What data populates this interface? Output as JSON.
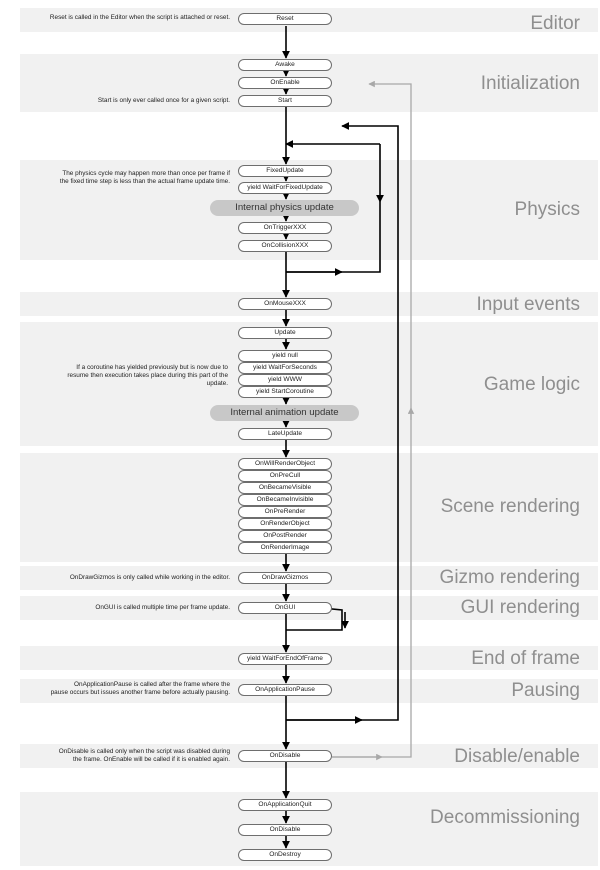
{
  "sections": [
    {
      "id": "editor",
      "title": "Editor"
    },
    {
      "id": "initialization",
      "title": "Initialization"
    },
    {
      "id": "physics",
      "title": "Physics"
    },
    {
      "id": "input-events",
      "title": "Input events"
    },
    {
      "id": "game-logic",
      "title": "Game logic"
    },
    {
      "id": "scene-rendering",
      "title": "Scene rendering"
    },
    {
      "id": "gizmo-rendering",
      "title": "Gizmo rendering"
    },
    {
      "id": "gui-rendering",
      "title": "GUI rendering"
    },
    {
      "id": "end-of-frame",
      "title": "End of frame"
    },
    {
      "id": "pausing",
      "title": "Pausing"
    },
    {
      "id": "disable-enable",
      "title": "Disable/enable"
    },
    {
      "id": "decommissioning",
      "title": "Decommissioning"
    }
  ],
  "nodes": [
    {
      "id": "reset",
      "label": "Reset"
    },
    {
      "id": "awake",
      "label": "Awake"
    },
    {
      "id": "onenable",
      "label": "OnEnable"
    },
    {
      "id": "start",
      "label": "Start"
    },
    {
      "id": "fixedupdate",
      "label": "FixedUpdate"
    },
    {
      "id": "yield-waitforfixedupdate",
      "label": "yield WaitForFixedUpdate"
    },
    {
      "id": "internal-physics-update",
      "label": "Internal physics update"
    },
    {
      "id": "ontriggerxxx",
      "label": "OnTriggerXXX"
    },
    {
      "id": "oncollisionxxx",
      "label": "OnCollisionXXX"
    },
    {
      "id": "onmousexxx",
      "label": "OnMouseXXX"
    },
    {
      "id": "update",
      "label": "Update"
    },
    {
      "id": "yield-null",
      "label": "yield null"
    },
    {
      "id": "yield-waitforseconds",
      "label": "yield WaitForSeconds"
    },
    {
      "id": "yield-www",
      "label": "yield WWW"
    },
    {
      "id": "yield-startcoroutine",
      "label": "yield StartCoroutine"
    },
    {
      "id": "internal-animation-update",
      "label": "Internal animation update"
    },
    {
      "id": "lateupdate",
      "label": "LateUpdate"
    },
    {
      "id": "onwillrenderobject",
      "label": "OnWillRenderObject"
    },
    {
      "id": "onprecull",
      "label": "OnPreCull"
    },
    {
      "id": "onbecamevisible",
      "label": "OnBecameVisible"
    },
    {
      "id": "onbecameinvisible",
      "label": "OnBecameInvisible"
    },
    {
      "id": "onprerender",
      "label": "OnPreRender"
    },
    {
      "id": "onrenderobject",
      "label": "OnRenderObject"
    },
    {
      "id": "onpostrender",
      "label": "OnPostRender"
    },
    {
      "id": "onrenderimage",
      "label": "OnRenderImage"
    },
    {
      "id": "ondrawgizmos",
      "label": "OnDrawGizmos"
    },
    {
      "id": "ongui",
      "label": "OnGUI"
    },
    {
      "id": "yield-waitforendofframe",
      "label": "yield WaitForEndOfFrame"
    },
    {
      "id": "onapplicationpause",
      "label": "OnApplicationPause"
    },
    {
      "id": "ondisable",
      "label": "OnDisable"
    },
    {
      "id": "onapplicationquit",
      "label": "OnApplicationQuit"
    },
    {
      "id": "ondisable-final",
      "label": "OnDisable"
    },
    {
      "id": "ondestroy",
      "label": "OnDestroy"
    }
  ],
  "notes": [
    {
      "id": "reset",
      "lines": [
        "Reset is called in the Editor when the script is attached or reset."
      ]
    },
    {
      "id": "start",
      "lines": [
        "Start is only ever called once for a given script."
      ]
    },
    {
      "id": "physics",
      "lines": [
        "The physics cycle may happen more than once per frame if",
        "the fixed time step is less than the actual frame update time."
      ]
    },
    {
      "id": "coroutine",
      "lines": [
        "If a coroutine has yielded previously but is now due to",
        "resume then execution takes place during this part of the",
        "update."
      ]
    },
    {
      "id": "gizmos",
      "lines": [
        "OnDrawGizmos is only called while working in the editor."
      ]
    },
    {
      "id": "gui",
      "lines": [
        "OnGUI is called multiple time per frame update."
      ]
    },
    {
      "id": "pause",
      "lines": [
        "OnApplicationPause is called after the frame where the",
        "pause occurs but issues another frame before actually pausing."
      ]
    },
    {
      "id": "disable",
      "lines": [
        "OnDisable is called only when the script was disabled during",
        "the frame. OnEnable will be called if it is enabled again."
      ]
    }
  ],
  "colors": {
    "band": "#f1f1f1",
    "title": "#8f8f8f",
    "arrow": "#000000",
    "return_arrow": "#a8a8a8",
    "pill": "#c8c8c8"
  }
}
